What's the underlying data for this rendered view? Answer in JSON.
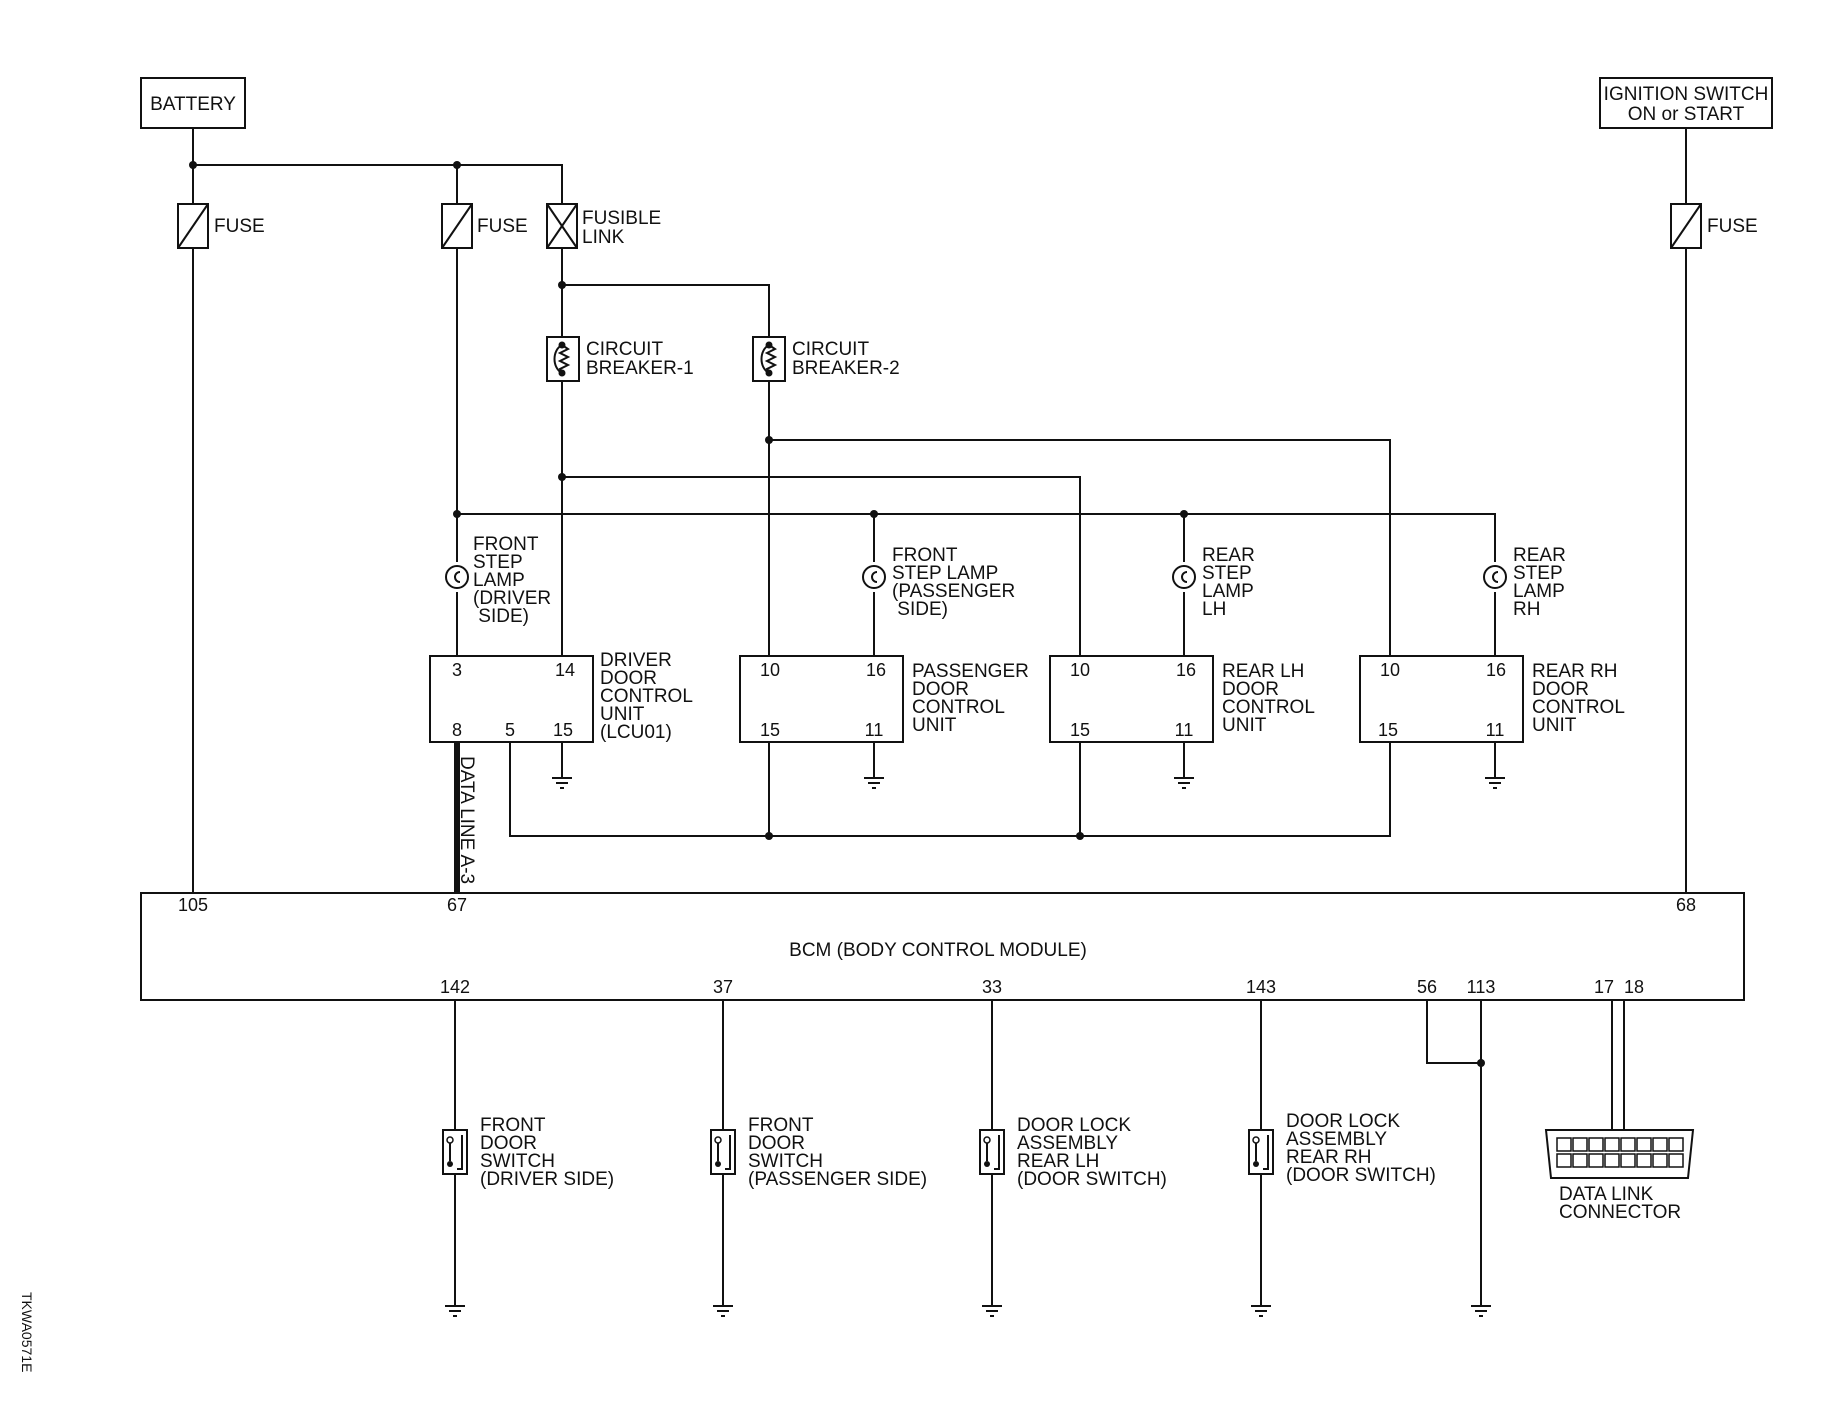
{
  "supplies": {
    "battery": "BATTERY",
    "ignition_line1": "IGNITION SWITCH",
    "ignition_line2": "ON or START"
  },
  "protection": {
    "fuse": "FUSE",
    "fusible_link": [
      "FUSIBLE",
      "LINK"
    ],
    "circuit_breaker_1": [
      "CIRCUIT",
      "BREAKER-1"
    ],
    "circuit_breaker_2": [
      "CIRCUIT",
      "BREAKER-2"
    ]
  },
  "lamps": {
    "front_driver": [
      "FRONT",
      "STEP",
      "LAMP",
      "(DRIVER",
      " SIDE)"
    ],
    "front_passenger": [
      "FRONT",
      "STEP LAMP",
      "(PASSENGER",
      " SIDE)"
    ],
    "rear_lh": [
      "REAR",
      "STEP",
      "LAMP",
      "LH"
    ],
    "rear_rh": [
      "REAR",
      "STEP",
      "LAMP",
      "RH"
    ]
  },
  "door_units": {
    "driver": {
      "name": [
        "DRIVER",
        "DOOR",
        "CONTROL",
        "UNIT",
        "(LCU01)"
      ],
      "pins": [
        "3",
        "14",
        "8",
        "5",
        "15"
      ]
    },
    "passenger": {
      "name": [
        "PASSENGER",
        "DOOR",
        "CONTROL",
        "UNIT"
      ],
      "pins": [
        "10",
        "16",
        "15",
        "11"
      ]
    },
    "rear_lh": {
      "name": [
        "REAR LH",
        "DOOR",
        "CONTROL",
        "UNIT"
      ],
      "pins": [
        "10",
        "16",
        "15",
        "11"
      ]
    },
    "rear_rh": {
      "name": [
        "REAR RH",
        "DOOR",
        "CONTROL",
        "UNIT"
      ],
      "pins": [
        "10",
        "16",
        "15",
        "11"
      ]
    }
  },
  "data_line": "DATA LINE A-3",
  "bcm": {
    "name": "BCM (BODY CONTROL MODULE)",
    "top_pins": [
      "105",
      "67",
      "68"
    ],
    "bottom_pins": [
      "142",
      "37",
      "33",
      "143",
      "56",
      "113",
      "17",
      "18"
    ]
  },
  "switches": {
    "front_driver": [
      "FRONT",
      "DOOR",
      "SWITCH",
      "(DRIVER SIDE)"
    ],
    "front_passenger": [
      "FRONT",
      "DOOR",
      "SWITCH",
      "(PASSENGER SIDE)"
    ],
    "rear_lh": [
      "DOOR LOCK",
      "ASSEMBLY",
      "REAR LH",
      "(DOOR SWITCH)"
    ],
    "rear_rh": [
      "DOOR LOCK",
      "ASSEMBLY",
      "REAR RH",
      "(DOOR SWITCH)"
    ]
  },
  "data_link_connector": [
    "DATA LINK",
    "CONNECTOR"
  ],
  "figure_code": "TKWA0571E"
}
